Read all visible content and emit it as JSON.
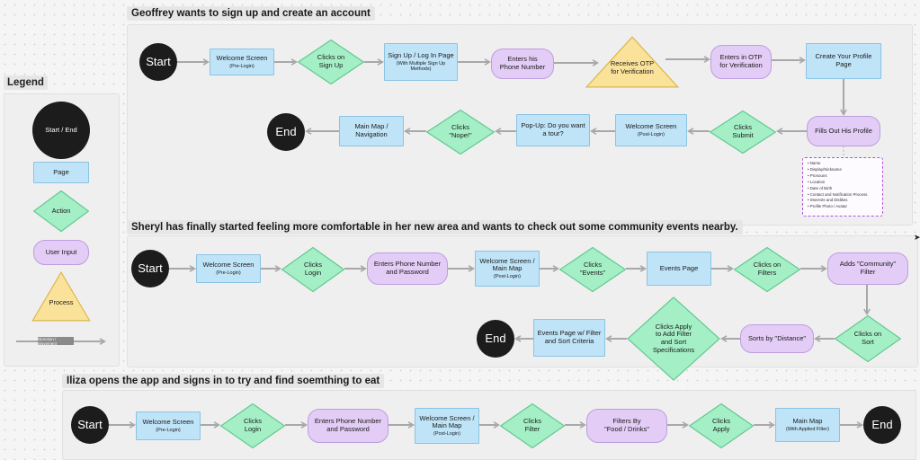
{
  "sections": {
    "geoffrey": "Geoffrey wants to sign up and create an account",
    "sheryl": "Sheryl has finally started feeling more comfortable in her new area and wants to check out some community events nearby.",
    "iliza": "Iliza opens the app and signs in to try and find soemthing to eat"
  },
  "legend": {
    "title": "Legend",
    "start_end": "Start / End",
    "page": "Page",
    "action": "Action",
    "user_input": "User Input",
    "process": "Process",
    "direction": "Direction / Movement"
  },
  "profile_fields": [
    "Name",
    "Display/Nickname",
    "Pronouns",
    "Location",
    "Date of Birth",
    "Contact and Notification Process",
    "Interests and Dislikes",
    "Profile Photo / Avatar"
  ],
  "nodes": {
    "g_start": {
      "text": "Start"
    },
    "g_welcome": {
      "text": "Welcome Screen",
      "sub": "(Pre-Login)"
    },
    "g_clicks_signup": {
      "text": "Clicks on\nSign Up"
    },
    "g_signup_page": {
      "text": "Sign Up / Log In Page",
      "sub": "(With Multiple Sign Up\nMethods)"
    },
    "g_enters_phone": {
      "text": "Enters his\nPhone Number"
    },
    "g_receives_otp": {
      "text": "Receives OTP\nfor Verification"
    },
    "g_enters_otp": {
      "text": "Enters in OTP\nfor Verification"
    },
    "g_create_profile": {
      "text": "Create Your Profile\nPage"
    },
    "g_fills_profile": {
      "text": "Fills Out His Profile"
    },
    "g_clicks_submit": {
      "text": "Clicks\nSubmit"
    },
    "g_welcome_post": {
      "text": "Welcome Screen",
      "sub": "(Post-Login)"
    },
    "g_popup_tour": {
      "text": "Pop-Up: Do you want\na tour?"
    },
    "g_clicks_nope": {
      "text": "Clicks\n\"Nope!\""
    },
    "g_main_map": {
      "text": "Main Map /\nNavigation"
    },
    "g_end": {
      "text": "End"
    },
    "s_start": {
      "text": "Start"
    },
    "s_welcome": {
      "text": "Welcome Screen",
      "sub": "(Pre-Login)"
    },
    "s_clicks_login": {
      "text": "Clicks\nLogin"
    },
    "s_enters_phone_pw": {
      "text": "Enters Phone Number\nand Password"
    },
    "s_welcome_map": {
      "text": "Welcome Screen /\nMain Map",
      "sub": "(Post-Login)"
    },
    "s_clicks_events": {
      "text": "Clicks\n\"Events\""
    },
    "s_events_page": {
      "text": "Events Page"
    },
    "s_clicks_filters": {
      "text": "Clicks on\nFilters"
    },
    "s_adds_community": {
      "text": "Adds \"Community\"\nFilter"
    },
    "s_clicks_sort": {
      "text": "Clicks on\nSort"
    },
    "s_sorts_distance": {
      "text": "Sorts by \"Distance\""
    },
    "s_clicks_apply": {
      "text": "Clicks Apply\nto Add Filter\nand Sort\nSpecifications"
    },
    "s_events_filtered": {
      "text": "Events Page w/ Filter\nand Sort Criteria"
    },
    "s_end": {
      "text": "End"
    },
    "i_start": {
      "text": "Start"
    },
    "i_welcome": {
      "text": "Welcome Screen",
      "sub": "(Pre-Login)"
    },
    "i_clicks_login": {
      "text": "Clicks\nLogin"
    },
    "i_enters_phone_pw": {
      "text": "Enters Phone Number\nand Password"
    },
    "i_welcome_map": {
      "text": "Welcome Screen /\nMain Map",
      "sub": "(Post-Login)"
    },
    "i_clicks_filter": {
      "text": "Clicks\nFilter"
    },
    "i_filters_by": {
      "text": "Filters By\n\"Food / Drinks\""
    },
    "i_clicks_apply": {
      "text": "Clicks\nApply"
    },
    "i_main_map": {
      "text": "Main Map",
      "sub": "(With Applied Filter)"
    },
    "i_end": {
      "text": "End"
    }
  },
  "colors": {
    "page": "#bfe3f7",
    "action": "#a4efc6",
    "user_input": "#e3ccf5",
    "process": "#fbe29a",
    "start_end": "#1c1c1c",
    "arrow": "#a8a8a8"
  }
}
